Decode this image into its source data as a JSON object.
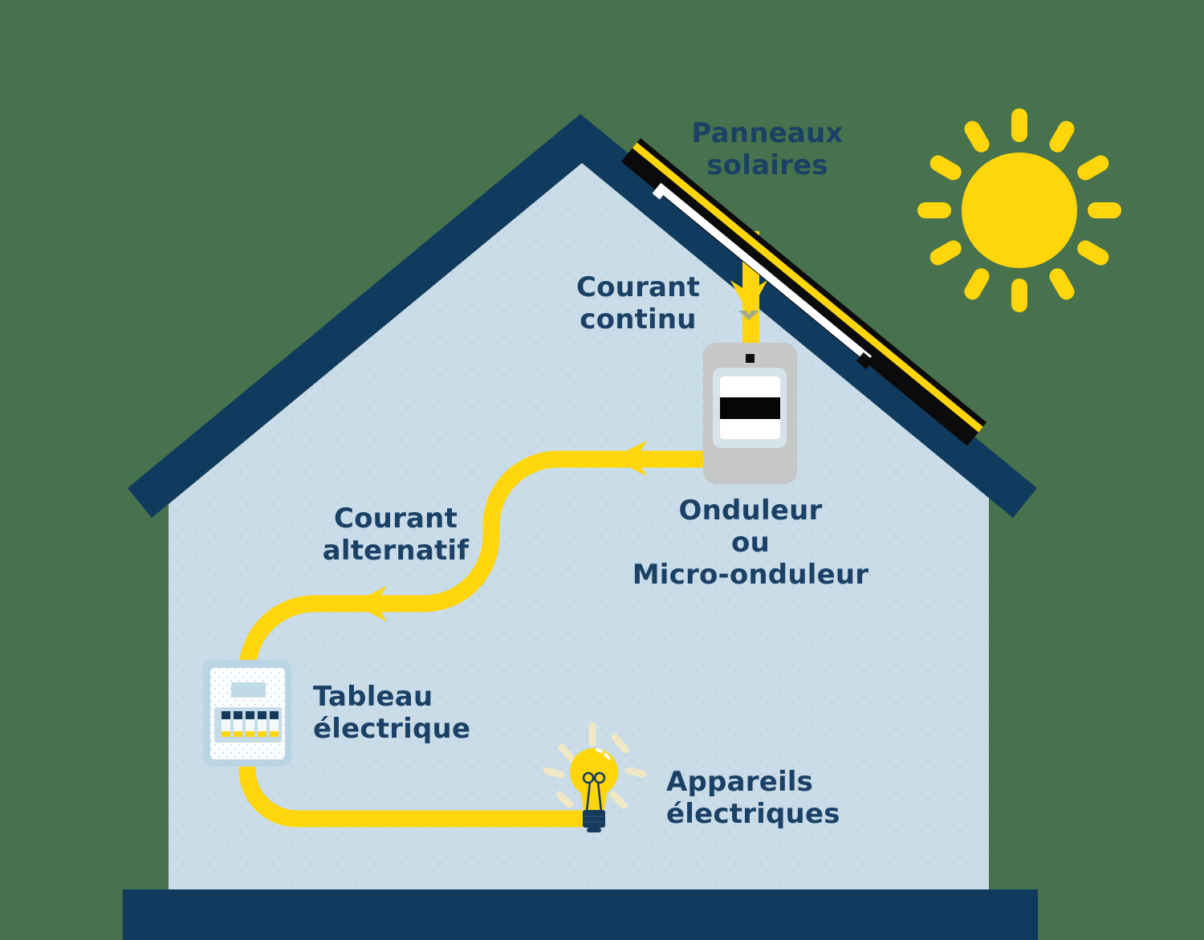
{
  "diagram": {
    "labels": {
      "panneaux": {
        "line1": "Panneaux",
        "line2": "solaires"
      },
      "courant_continu": {
        "line1": "Courant",
        "line2": "continu"
      },
      "onduleur": {
        "line1": "Onduleur",
        "line2": "ou",
        "line3": "Micro-onduleur"
      },
      "courant_alternatif": {
        "line1": "Courant",
        "line2": "alternatif"
      },
      "tableau": {
        "line1": "Tableau",
        "line2": "électrique"
      },
      "appareils": {
        "line1": "Appareils",
        "line2": "électriques"
      }
    },
    "colors": {
      "background_green": "#47724D",
      "navy": "#103A5E",
      "text_navy": "#1B4166",
      "house_body_blue": "#C9DCE8",
      "yellow": "#FFD60B",
      "panel_black": "#0B0B0C",
      "inverter_gray": "#C6C7C7",
      "tableau_frame_blue": "#B9D5E3",
      "bulb_ray_cream": "#F0E8C5"
    }
  }
}
